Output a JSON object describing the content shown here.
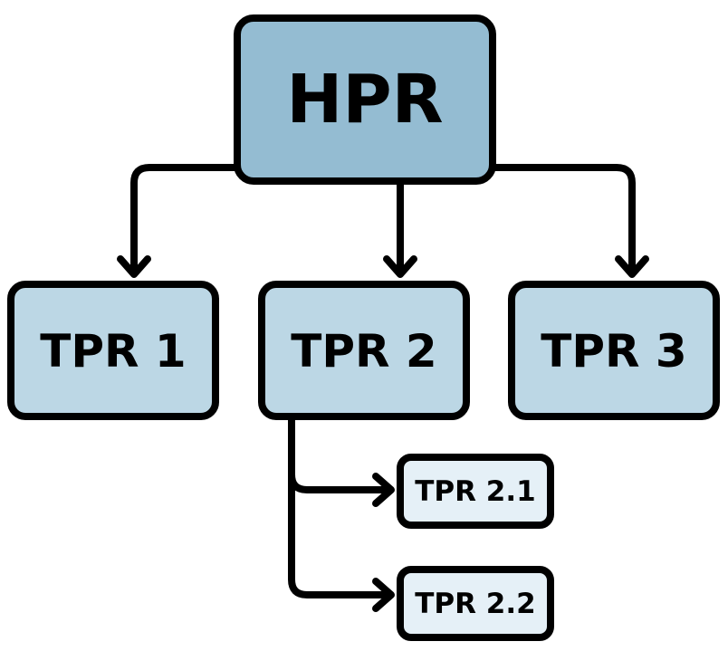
{
  "colors": {
    "root_fill": "#94bcd2",
    "level1_fill": "#bcd7e5",
    "level2_fill": "#e5f0f7",
    "stroke": "#000000"
  },
  "nodes": {
    "hpr": {
      "label": "HPR"
    },
    "tpr1": {
      "label": "TPR 1"
    },
    "tpr2": {
      "label": "TPR 2"
    },
    "tpr3": {
      "label": "TPR 3"
    },
    "tpr2_1": {
      "label": "TPR 2.1"
    },
    "tpr2_2": {
      "label": "TPR 2.2"
    }
  },
  "edges": [
    {
      "from": "HPR",
      "to": "TPR 1"
    },
    {
      "from": "HPR",
      "to": "TPR 2"
    },
    {
      "from": "HPR",
      "to": "TPR 3"
    },
    {
      "from": "TPR 2",
      "to": "TPR 2.1"
    },
    {
      "from": "TPR 2",
      "to": "TPR 2.2"
    }
  ]
}
